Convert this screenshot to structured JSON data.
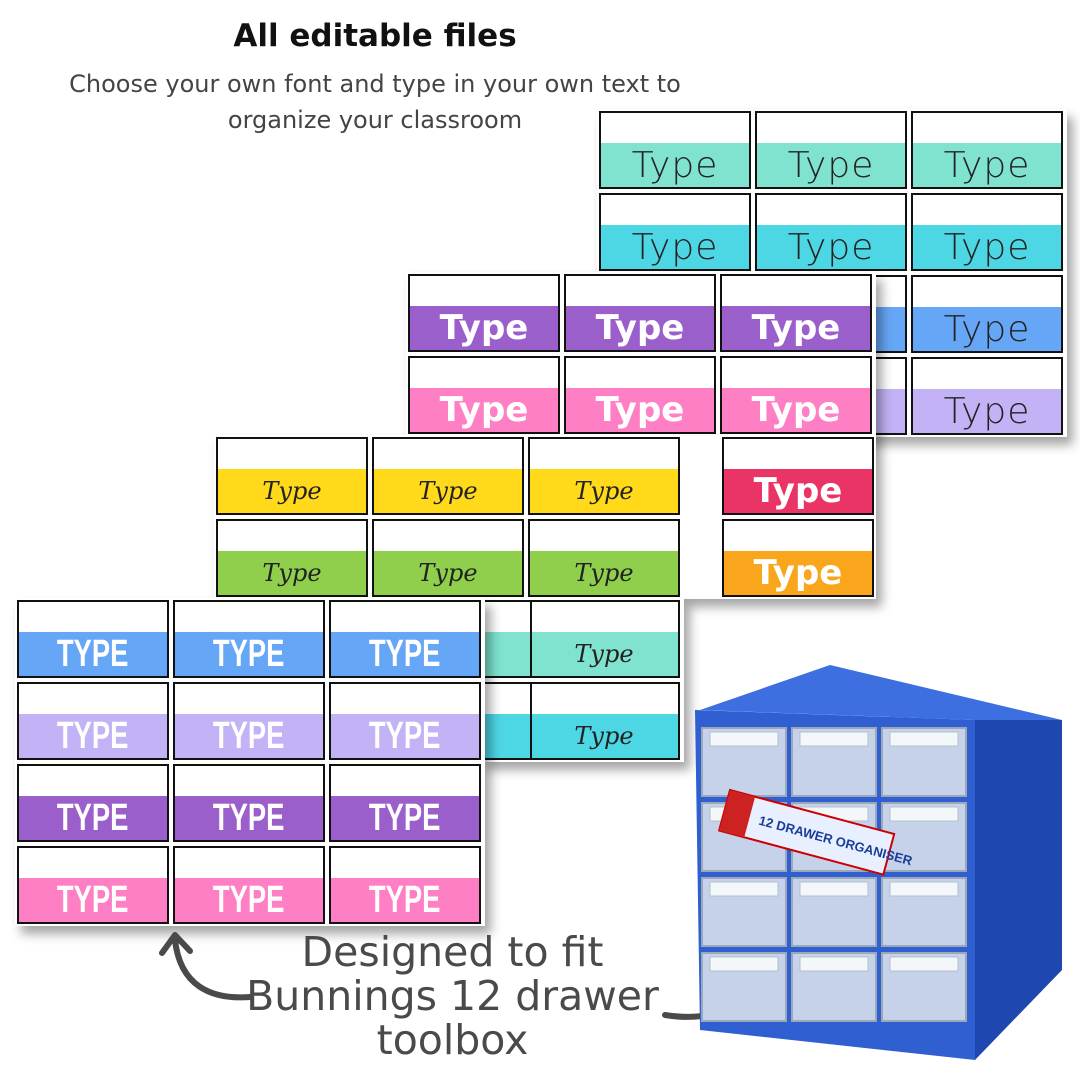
{
  "header": {
    "title": "All editable files",
    "subtitle_line1": "Choose your own font and type in your own text to",
    "subtitle_line2": "organize your classroom"
  },
  "label_text": "Type",
  "label_text_caps": "TYPE",
  "sheets": {
    "sheet1": {
      "colors": [
        "#7fe3d0",
        "#4dd6e4",
        "#66a6f6",
        "#c3b2f5"
      ]
    },
    "sheet2": {
      "colors": [
        "#9b5fcc",
        "#ff7fc4"
      ]
    },
    "sheet3": {
      "colors": [
        "#ffd91a",
        "#8fcf4c"
      ],
      "side_colors": [
        "#ea3465",
        "#f9a61c"
      ]
    },
    "sheet4": {
      "colors": [
        "#66a6f6",
        "#c3b2f5",
        "#9b5fcc",
        "#ff7fc4"
      ],
      "side_colors": [
        "#7fe3d0",
        "#4dd6e4"
      ]
    }
  },
  "caption": {
    "line1": "Designed to fit",
    "line2": "Bunnings 12 drawer",
    "line3": "toolbox"
  },
  "toolbox": {
    "color": "#2f5fd0",
    "label_text": "12 DRAWER ORGANISER",
    "drawer_count": 12
  }
}
